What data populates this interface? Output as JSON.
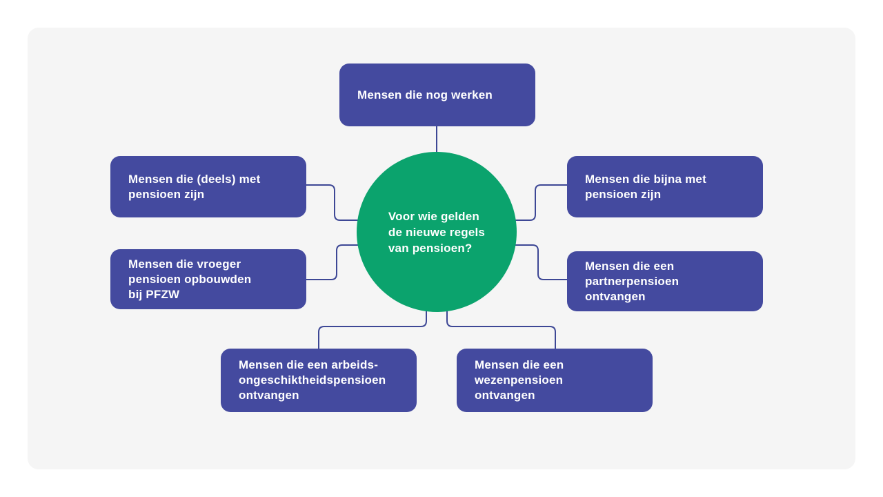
{
  "diagram": {
    "center": {
      "label": "Voor wie gelden\nde nieuwe regels\nvan pensioen?"
    },
    "nodes": {
      "top": {
        "label": "Mensen die nog werken"
      },
      "left_upper": {
        "label": "Mensen die (deels) met\npensioen zijn"
      },
      "left_lower": {
        "label": "Mensen die vroeger\npensioen opbouwden\nbij PFZW"
      },
      "right_upper": {
        "label": "Mensen die bijna met\npensioen zijn"
      },
      "right_lower": {
        "label": "Mensen die een\npartnerpensioen\nontvangen"
      },
      "bottom_left": {
        "label": "Mensen die een arbeids-\nongeschiktheidspensioen\nontvangen"
      },
      "bottom_right": {
        "label": "Mensen die een\nwezenpensioen\nontvangen"
      }
    }
  },
  "colors": {
    "page_bg": "#ffffff",
    "panel_bg": "#f5f5f5",
    "node_fill": "#444a9f",
    "center_fill": "#0ba36d",
    "connector": "#3d4795",
    "text": "#ffffff"
  }
}
